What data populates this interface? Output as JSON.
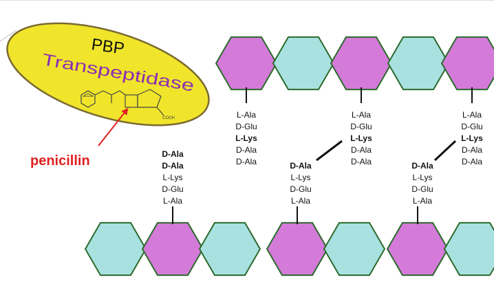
{
  "enzyme": {
    "line1": "PBP",
    "line2": "Transpeptidase"
  },
  "drug": {
    "label": "penicillin",
    "chem_label": "COOH"
  },
  "colors": {
    "sugar_a": "#d47ad9",
    "sugar_b": "#a9e1e0",
    "hex_border": "#2a6a2a",
    "ellipse_fill": "#f0e52a",
    "ellipse_stroke": "#7a6a30",
    "enzyme_line1": "#111111",
    "enzyme_line2": "#8c2fb3",
    "drug_color": "#e02020"
  },
  "top_chain": {
    "peptides": [
      {
        "residues": [
          {
            "t": "L-Ala",
            "b": false
          },
          {
            "t": "D-Glu",
            "b": false
          },
          {
            "t": "L-Lys",
            "b": true
          },
          {
            "t": "D-Ala",
            "b": false
          },
          {
            "t": "D-Ala",
            "b": false
          }
        ]
      },
      {
        "residues": [
          {
            "t": "L-Ala",
            "b": false
          },
          {
            "t": "D-Glu",
            "b": false
          },
          {
            "t": "L-Lys",
            "b": true
          },
          {
            "t": "D-Ala",
            "b": false
          },
          {
            "t": "D-Ala",
            "b": false
          }
        ]
      },
      {
        "residues": [
          {
            "t": "L-Ala",
            "b": false
          },
          {
            "t": "D-Glu",
            "b": false
          },
          {
            "t": "L-Lys",
            "b": true
          },
          {
            "t": "D-Ala",
            "b": false
          },
          {
            "t": "D-Ala",
            "b": false
          }
        ]
      }
    ]
  },
  "bottom_chain": {
    "peptides": [
      {
        "residues": [
          {
            "t": "D-Ala",
            "b": true
          },
          {
            "t": "D-Ala",
            "b": true
          },
          {
            "t": "L-Lys",
            "b": false
          },
          {
            "t": "D-Glu",
            "b": false
          },
          {
            "t": "L-Ala",
            "b": false
          }
        ]
      },
      {
        "residues": [
          {
            "t": "D-Ala",
            "b": true
          },
          {
            "t": "L-Lys",
            "b": false
          },
          {
            "t": "D-Glu",
            "b": false
          },
          {
            "t": "L-Ala",
            "b": false
          }
        ]
      },
      {
        "residues": [
          {
            "t": "D-Ala",
            "b": true
          },
          {
            "t": "L-Lys",
            "b": false
          },
          {
            "t": "D-Glu",
            "b": false
          },
          {
            "t": "L-Ala",
            "b": false
          }
        ]
      }
    ]
  }
}
